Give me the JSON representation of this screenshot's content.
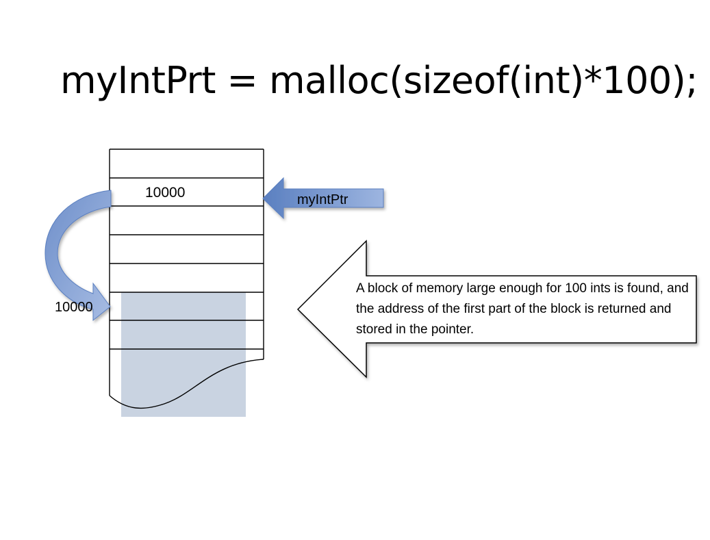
{
  "slide": {
    "title": "myIntPrt = malloc(sizeof(int)*100);"
  },
  "memory": {
    "first_cell_value": "10000",
    "allocated_block_color": "#c9d3e1"
  },
  "pointer": {
    "label": "myIntPtr",
    "arrow_color": "#7a9bd0"
  },
  "address_arrow": {
    "label": "10000",
    "arrow_color": "#7a9bd0"
  },
  "callout": {
    "text": "A block of memory large enough for 100 ints is found, and the address of the first part of the block is returned and stored in the pointer."
  }
}
